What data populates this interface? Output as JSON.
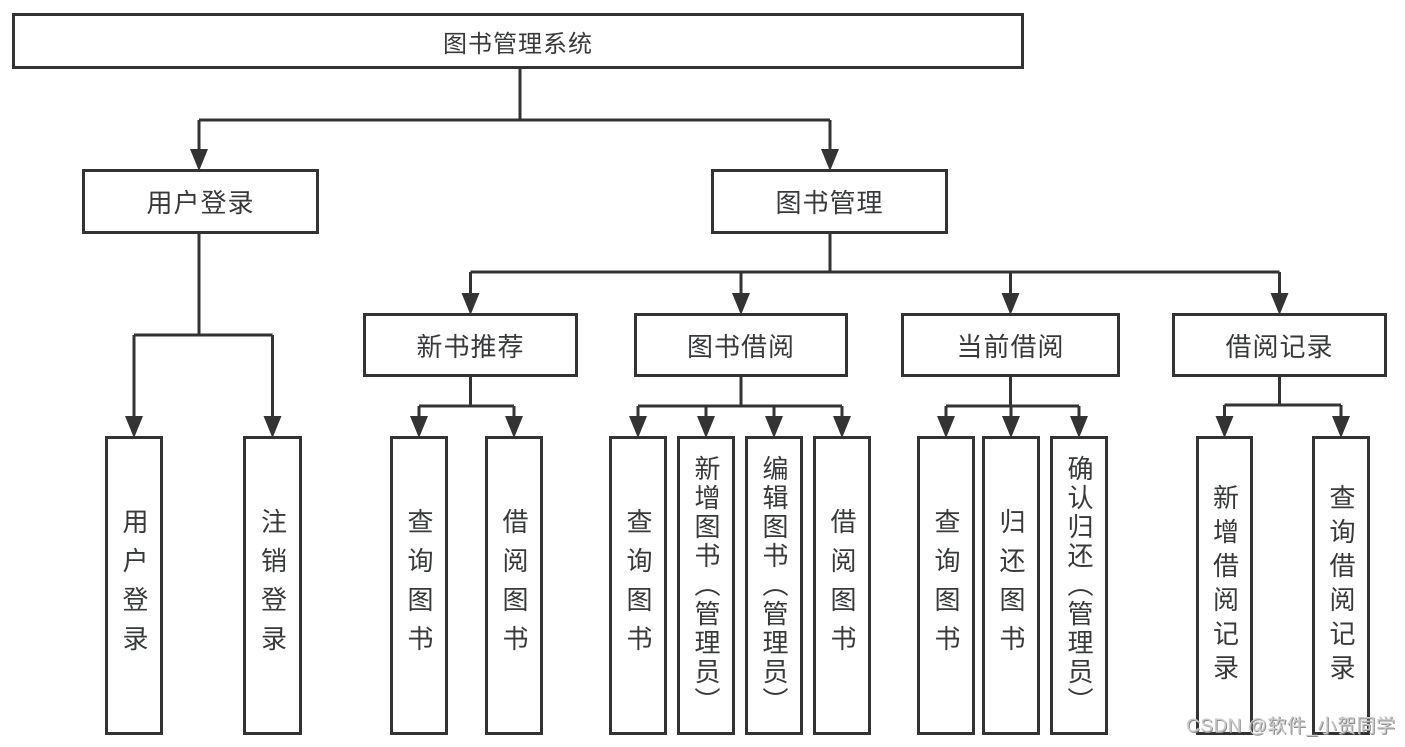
{
  "tree": {
    "label": "图书管理系统",
    "children": [
      {
        "label": "用户登录",
        "children": [
          {
            "label": "用户登录"
          },
          {
            "label": "注销登录"
          }
        ]
      },
      {
        "label": "图书管理",
        "children": [
          {
            "label": "新书推荐",
            "children": [
              {
                "label": "查询图书"
              },
              {
                "label": "借阅图书"
              }
            ]
          },
          {
            "label": "图书借阅",
            "children": [
              {
                "label": "查询图书"
              },
              {
                "label": "新增图书（管理员）"
              },
              {
                "label": "编辑图书（管理员）"
              },
              {
                "label": "借阅图书"
              }
            ]
          },
          {
            "label": "当前借阅",
            "children": [
              {
                "label": "查询图书"
              },
              {
                "label": "归还图书"
              },
              {
                "label": "确认归还（管理员）"
              }
            ]
          },
          {
            "label": "借阅记录",
            "children": [
              {
                "label": "新增借阅记录"
              },
              {
                "label": "查询借阅记录"
              }
            ]
          }
        ]
      }
    ]
  },
  "watermark": {
    "text": "CSDN @软件_小贺同学"
  },
  "colors": {
    "line": "#333333",
    "border": "#333333",
    "text": "#38393b",
    "watermark": "#cbcbcb",
    "background": "#ffffff"
  }
}
